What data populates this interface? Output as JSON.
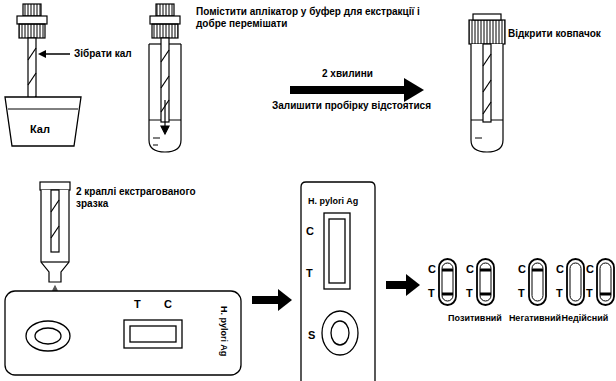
{
  "diagram": {
    "nodes": [
      {
        "text": [
          "Кал"
        ]
      },
      {
        "text": [
          "T",
          "C",
          "H. pylori Ag"
        ]
      },
      {
        "text": [
          "H. pylori Ag",
          "C",
          "T",
          "S"
        ]
      },
      {
        "text": [
          "C",
          "T"
        ]
      },
      {
        "text": [
          "C",
          "T"
        ]
      },
      {
        "text": [
          "C",
          "T"
        ]
      },
      {
        "text": [
          "C",
          "T"
        ]
      },
      {
        "text": [
          "C",
          "T"
        ]
      }
    ],
    "edges": [
      {
        "from": 1,
        "to": 2,
        "arrow": "to"
      },
      {
        "from": 2,
        "to": 3,
        "arrow": "to"
      }
    ],
    "labels": [
      "Зібрати кал",
      "Помістити аплікатор у буфер для екстракції і добре перемішати",
      "2 хвилини",
      "Залишити пробірку відстоятися",
      "Відкрити ковпачок",
      "2 краплі екстрагованого зразка",
      "Позитивний",
      "Негативний",
      "Недійсний"
    ]
  }
}
